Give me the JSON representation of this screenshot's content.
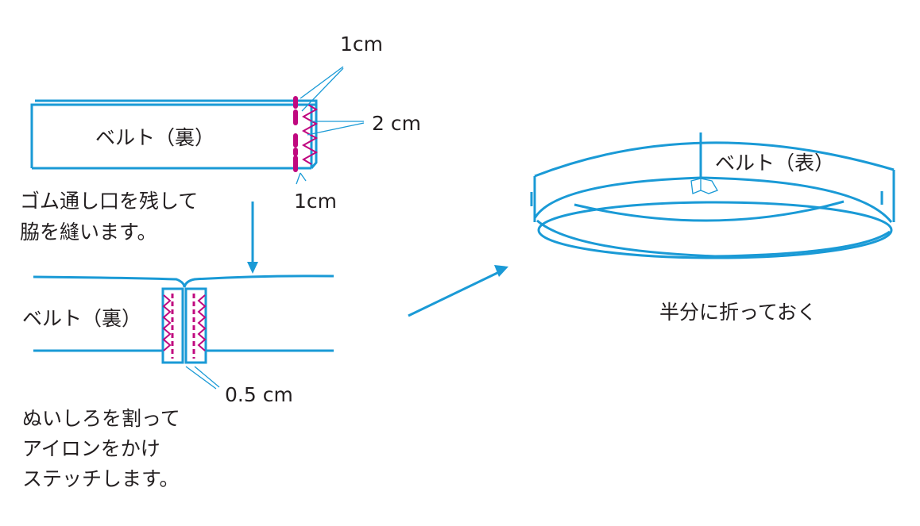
{
  "colors": {
    "line": "#1a9ad6",
    "stitch": "#c0087f",
    "text": "#231f20"
  },
  "step1": {
    "belt_label": "ベルト（裏）",
    "dim_top": "1cm",
    "dim_mid": "2 cm",
    "dim_bottom": "1cm",
    "caption": [
      "ゴム通し口を残して",
      "脇を縫います。"
    ]
  },
  "step2": {
    "belt_label": "ベルト（裏）",
    "dim": "0.5 cm",
    "caption": [
      "ぬいしろを割って",
      "アイロンをかけ",
      "ステッチします。"
    ]
  },
  "step3": {
    "belt_label": "ベルト（表）",
    "caption": "半分に折っておく"
  }
}
